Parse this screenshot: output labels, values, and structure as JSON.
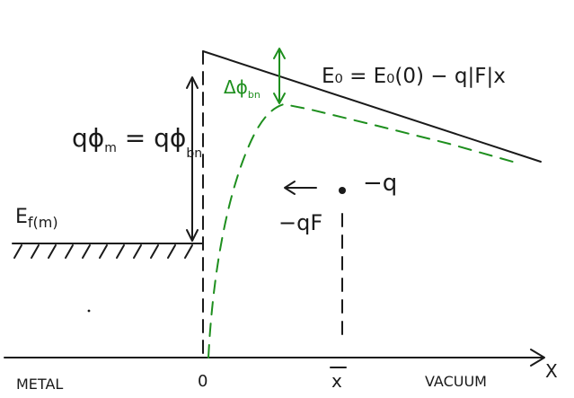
{
  "labels": {
    "eo_equation": "E₀ = E₀(0) − q|F|x",
    "work_function_lhs": "qϕ",
    "work_function_lhs_sub": "m",
    "work_function_eq": " = qϕ",
    "work_function_rhs_sub": "bn",
    "delta_phi": "Δϕ",
    "delta_phi_sub": "bn",
    "fermi_level": "E",
    "fermi_level_sub": "f(m)",
    "charge": "−q",
    "force": "−qF",
    "origin": "0",
    "x_bar": "x",
    "metal": "METAL",
    "vacuum": "VACUUM",
    "x_axis": "X"
  },
  "colors": {
    "ink": "#1a1a1a",
    "green": "#1e8f1e"
  }
}
